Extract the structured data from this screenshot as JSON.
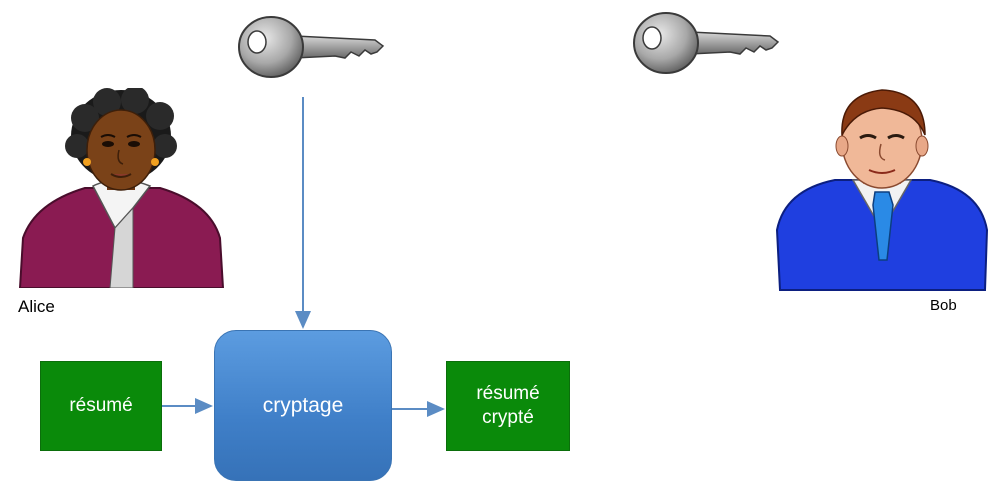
{
  "people": {
    "alice": {
      "name": "Alice"
    },
    "bob": {
      "name": "Bob"
    }
  },
  "boxes": {
    "input_label": "résumé",
    "process_label": "cryptage",
    "output_label": "résumé\ncrypté"
  },
  "icons": {
    "left_key": "key-icon",
    "right_key": "key-icon",
    "alice": "alice-avatar",
    "bob": "bob-avatar"
  },
  "colors": {
    "green_box": "#0a8a0a",
    "process_box": "#4a89d0",
    "arrow": "#5b8cc4"
  }
}
